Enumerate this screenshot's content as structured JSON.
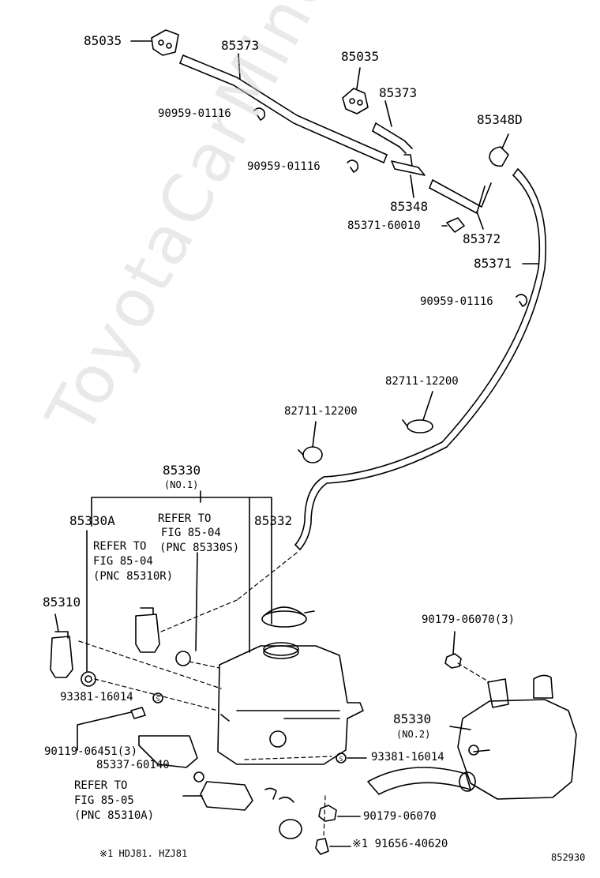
{
  "watermark": "ToyotaCarMine.ru",
  "labels": {
    "p85035_a": "85035",
    "p85373_a": "85373",
    "p85035_b": "85035",
    "p85373_b": "85373",
    "p90959_a": "90959-01116",
    "p90959_b": "90959-01116",
    "p85348d": "85348D",
    "p85348": "85348",
    "p85371_6001": "85371-60010",
    "p85372": "85372",
    "p85371": "85371",
    "p90959_c": "90959-01116",
    "p82711_a": "82711-12200",
    "p82711_b": "82711-12200",
    "p85330": "85330",
    "p85330_no1": "(NO.1)",
    "p85330a": "85330A",
    "refer_a1": "REFER TO",
    "refer_a2": "FIG 85-04",
    "refer_a3": "(PNC 85330S)",
    "p85332": "85332",
    "refer_b1": "REFER TO",
    "refer_b2": "FIG 85-04",
    "refer_b3": "(PNC 85310R)",
    "p85310": "85310",
    "p93381_a": "93381-16014",
    "p90119": "90119-06451(3)",
    "p85337": "85337-60140",
    "refer_c1": "REFER TO",
    "refer_c2": "FIG 85-05",
    "refer_c3": "(PNC 85310A)",
    "p90179_top": "90179-06070(3)",
    "p85330_b": "85330",
    "p85330_no2": "(NO.2)",
    "p93381_b": "93381-16014",
    "p90179_b": "90179-06070",
    "p91656": "※1 91656-40620",
    "footnote": "※1 HDJ81. HZJ81",
    "figure_no": "852930"
  }
}
